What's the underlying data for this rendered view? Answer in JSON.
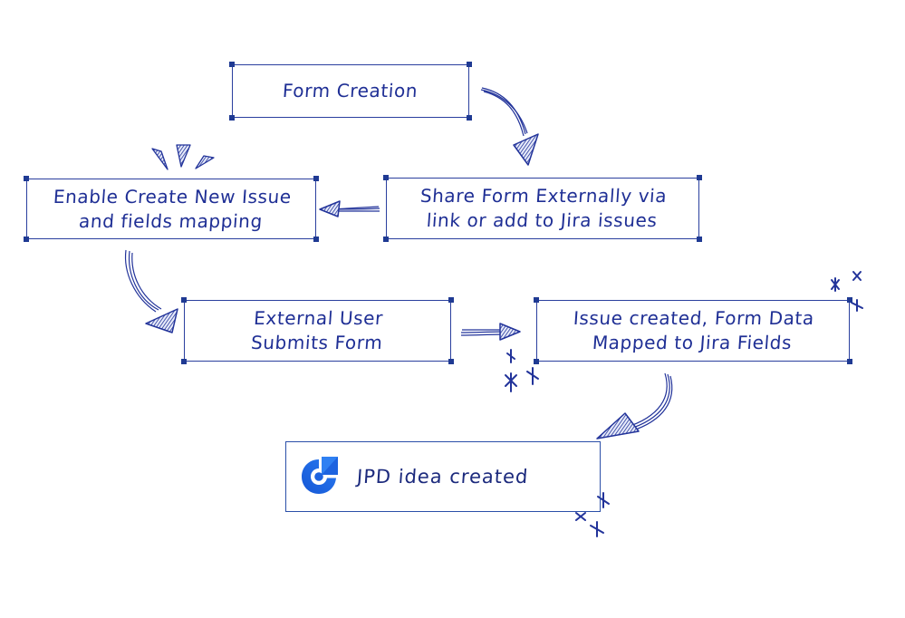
{
  "diagram": {
    "nodes": {
      "form_creation": "Form Creation",
      "share_form": "Share Form Externally via\nlink or add to Jira issues",
      "enable_create": "Enable Create New Issue\nand fields mapping",
      "external_user": "External User\nSubmits Form",
      "issue_created": "Issue created, Form Data\nMapped to Jira Fields",
      "jpd_created": "JPD idea created"
    },
    "icons": {
      "jpd_logo": "jira-product-discovery-logo-icon"
    },
    "colors": {
      "ink": "#1f2f95",
      "logo_blue": "#1d63e0"
    }
  }
}
